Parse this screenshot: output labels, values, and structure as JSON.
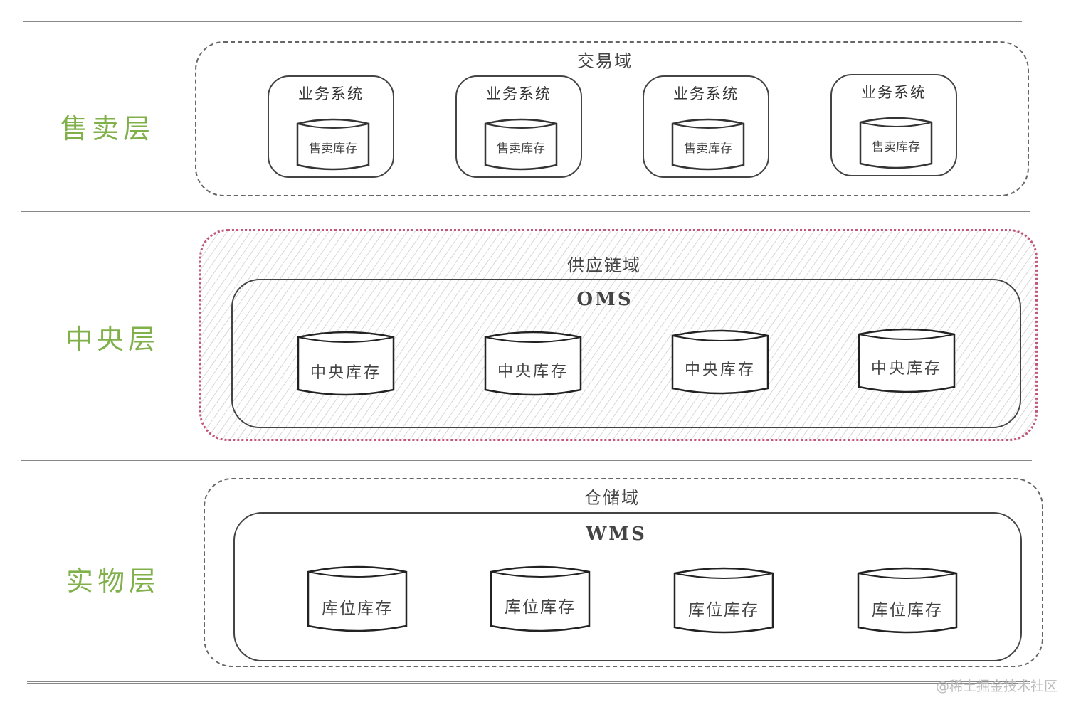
{
  "layers": [
    {
      "label": "售卖层"
    },
    {
      "label": "中央层"
    },
    {
      "label": "实物层"
    }
  ],
  "domains": {
    "trade": {
      "title": "交易域",
      "systems": [
        {
          "title": "业务系统",
          "store": "售卖库存"
        },
        {
          "title": "业务系统",
          "store": "售卖库存"
        },
        {
          "title": "业务系统",
          "store": "售卖库存"
        },
        {
          "title": "业务系统",
          "store": "售卖库存"
        }
      ]
    },
    "supply": {
      "title": "供应链域",
      "system": "OMS",
      "stores": [
        "中央库存",
        "中央库存",
        "中央库存",
        "中央库存"
      ],
      "highlight_color": "#c2577a"
    },
    "warehouse": {
      "title": "仓储域",
      "system": "WMS",
      "stores": [
        "库位库存",
        "库位库存",
        "库位库存",
        "库位库存"
      ]
    }
  },
  "colors": {
    "layer_label": "#7fb04a",
    "stroke": "#444444"
  },
  "watermark": "@稀土掘金技术社区"
}
